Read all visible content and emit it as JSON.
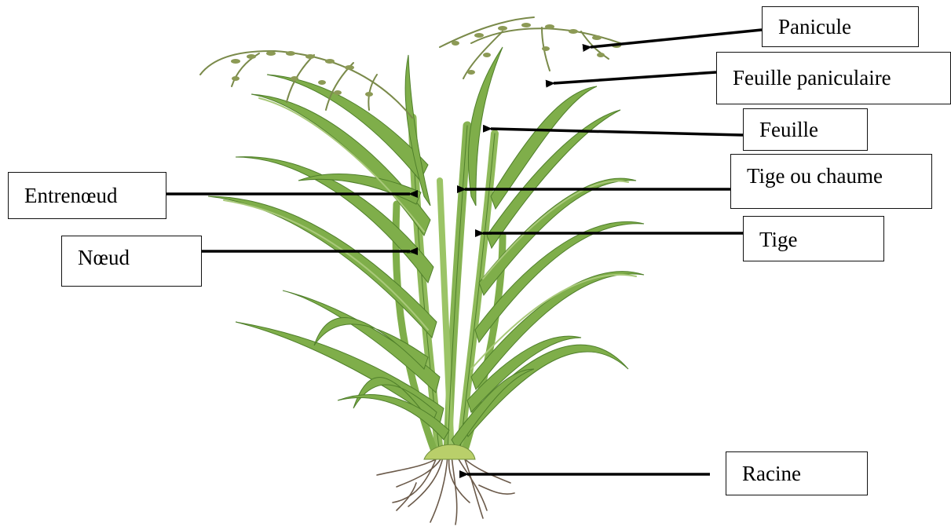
{
  "figure": {
    "labels": {
      "panicule": "Panicule",
      "feuille_paniculaire": "Feuille paniculaire",
      "feuille": "Feuille",
      "tige_ou_chaume": "Tige ou chaume",
      "tige": "Tige",
      "entrenoeud": "Entrenœud",
      "noeud": "Nœud",
      "racine": "Racine"
    },
    "colors": {
      "leaf": "#7fae4a",
      "leaf_dark": "#4f7f2a",
      "leaf_light": "#a9c97a",
      "stem": "#8fba5a",
      "panicle": "#7a8a4a",
      "root": "#6b5a4a",
      "arrow": "#000000"
    }
  }
}
